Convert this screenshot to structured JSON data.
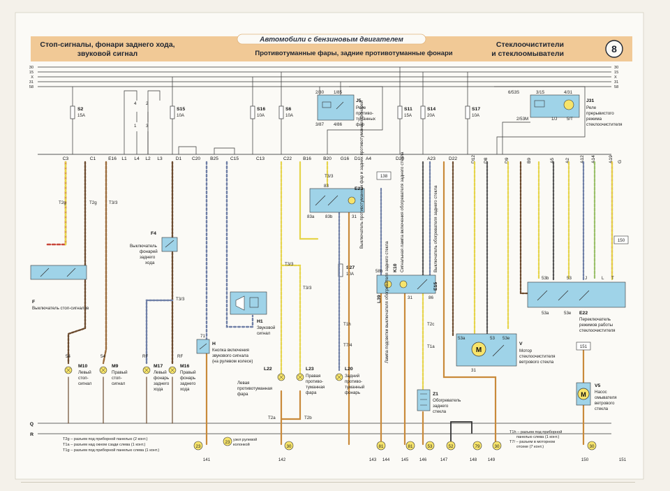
{
  "header": {
    "left_title_line1": "Стоп-сигналы, фонари заднего хода,",
    "left_title_line2": "звуковой сигнал",
    "center_title": "Автомобили с бензиновым двигателем",
    "center_subtitle": "Противотуманные фары, задние противотуманные фонари",
    "right_title_line1": "Стеклоочистители",
    "right_title_line2": "и стеклоомыватели",
    "sheet_number": "8"
  },
  "bus_lines": [
    "30",
    "15",
    "X",
    "31",
    "58"
  ],
  "bottom_lines": [
    "Q",
    "R"
  ],
  "fuses": [
    {
      "id": "S2",
      "rating": "15A"
    },
    {
      "id": "S15",
      "rating": "10A"
    },
    {
      "id": "S16",
      "rating": "10A"
    },
    {
      "id": "S6",
      "rating": "10A"
    },
    {
      "id": "S11",
      "rating": "15A"
    },
    {
      "id": "S14",
      "rating": "20A"
    },
    {
      "id": "S17",
      "rating": "10A"
    },
    {
      "id": "S27",
      "rating": "10A"
    }
  ],
  "connector_labels": [
    "C3",
    "C1",
    "E16",
    "L1",
    "L4",
    "L2",
    "L3",
    "D1",
    "C20",
    "B25",
    "C15",
    "C13",
    "C22",
    "B16",
    "B20",
    "G16",
    "D1",
    "A4",
    "D20",
    "A23",
    "D22",
    "D12",
    "D8",
    "D9",
    "B9",
    "A5",
    "A2",
    "A12",
    "A14",
    "A19",
    "G"
  ],
  "relays": {
    "j5": {
      "id": "J5",
      "line1": "Реле",
      "line2": "противо-",
      "line3": "туманных",
      "line4": "фар"
    },
    "j31": {
      "id": "J31",
      "line1": "Реле",
      "line2": "прерывистого",
      "line3": "режима",
      "line4": "стеклоочистителя"
    }
  },
  "switch_e23": {
    "id": "E23",
    "text": "Выключатель противотуманных фар и задних противотуманных фонарей"
  },
  "components": {
    "f": {
      "id": "F",
      "text": "Выключатель стоп-сигналов"
    },
    "f4": {
      "id": "F4",
      "line1": "Выключатель",
      "line2": "фонарей",
      "line3": "заднего",
      "line4": "хода"
    },
    "h1": {
      "id": "H1",
      "line1": "Звуковой",
      "line2": "сигнал"
    },
    "h": {
      "id": "H",
      "line1": "Кнопка включения",
      "line2": "звукового сигнала",
      "line3": "(на рулевом колесе)"
    },
    "m10": {
      "id": "M10",
      "line1": "Левый",
      "line2": "стоп-",
      "line3": "сигнал"
    },
    "m9": {
      "id": "M9",
      "line1": "Правый",
      "line2": "стоп-",
      "line3": "сигнал"
    },
    "m17": {
      "id": "M17",
      "line1": "Левый",
      "line2": "фонарь",
      "line3": "заднего",
      "line4": "хода"
    },
    "m16": {
      "id": "M16",
      "line1": "Правый",
      "line2": "фонарь",
      "line3": "заднего",
      "line4": "хода"
    },
    "l22": {
      "id": "L22",
      "line1": "Левая",
      "line2": "противотуманная",
      "line3": "фара"
    },
    "l23": {
      "id": "L23",
      "line1": "Правая",
      "line2": "противо-",
      "line3": "туманная",
      "line4": "фара"
    },
    "l20": {
      "id": "L20",
      "line1": "Задний",
      "line2": "противо-",
      "line3": "туманный",
      "line4": "фонарь"
    },
    "l39": {
      "id": "L39",
      "text": "Лампа подсветки выключателя обогревателя заднего стекла"
    },
    "k10": {
      "id": "K10",
      "text": "Сигнальная лампа включения обогревателя заднего стекла"
    },
    "e15": {
      "id": "E15",
      "text": "Выключатель обогревателя заднего стекла"
    },
    "z1": {
      "id": "Z1",
      "line1": "Обогреватель",
      "line2": "заднего",
      "line3": "стекла"
    },
    "v": {
      "id": "V",
      "line1": "Мотор",
      "line2": "стеклоочистителя",
      "line3": "ветрового стекла"
    },
    "e22": {
      "id": "E22",
      "line1": "Переключатель",
      "line2": "режимов работы",
      "line3": "стеклоочистителя"
    },
    "v5": {
      "id": "V5",
      "line1": "Насос",
      "line2": "омывателя",
      "line3": "ветрового",
      "line4": "стекла"
    }
  },
  "terminal_labels": {
    "j5_pins": [
      "2/30",
      "1/85",
      "3/87",
      "4/86"
    ],
    "j31_pins": [
      "6/53S",
      "3/15",
      "4/31",
      "2/53M",
      "1/J",
      "5/T"
    ],
    "e23_pins": [
      "83",
      "83a",
      "83b",
      "31"
    ],
    "motor_pins": [
      "53a",
      "53",
      "53e",
      "31"
    ],
    "switch_pins": [
      "53b",
      "53",
      "J",
      "T",
      "53a",
      "53e"
    ],
    "misc": [
      "54",
      "54",
      "RF",
      "RF",
      "71",
      "31",
      "58b",
      "31",
      "86",
      "L"
    ]
  },
  "wire_markers": [
    "T2g",
    "T2g",
    "T3/3",
    "T3/3",
    "T3/3",
    "T3/3",
    "T3/3",
    "T1h",
    "T7/4",
    "T2c",
    "T1a",
    "T2a",
    "T2b"
  ],
  "ground_refs": [
    "23",
    "23",
    "30",
    "81",
    "81",
    "53",
    "52",
    "79",
    "30",
    "30"
  ],
  "bottom_numbers": [
    "141",
    "142",
    "143",
    "144",
    "145",
    "146",
    "147",
    "148",
    "149",
    "150",
    "151"
  ],
  "side_refs": [
    "138",
    "150",
    "151"
  ],
  "notes_left": [
    "T2g – разъем под приборной панелью (2 конт.)",
    "T1a – разъем над окном сзади слева (1 конт.)",
    "T1g – разъем под приборной панелью слева (1 конт.)"
  ],
  "notes_mid": [
    "узел рулевой",
    "колонкой"
  ],
  "notes_right": [
    "T1h – разъем под приборной",
    "панелью слева (1 конт.)",
    "T7/ – разъем в моторном",
    "отсеке (7 конт.)"
  ],
  "colors": {
    "header_bg": "#f1c996",
    "paper": "#f4f1ea",
    "brown": "#9a6a3a",
    "yellow": "#e6d44a",
    "red": "#c8473a",
    "blue_grey": "#6f7fa6",
    "cyan_box": "#9fd3e8"
  }
}
